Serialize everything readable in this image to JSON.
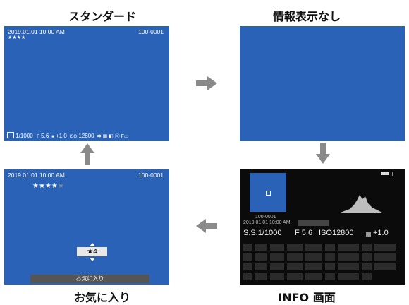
{
  "titles": {
    "standard": "スタンダード",
    "no_info": "情報表示なし",
    "favorites": "お気に入り",
    "info_screen": "INFO 画面"
  },
  "standard": {
    "datetime": "2019.01.01 10:00 AM",
    "frame": "100-0001",
    "stars": "★★★★",
    "status": {
      "frame_count": "1/1000",
      "aperture": "5.6",
      "exposure": "+1.0",
      "iso": "12800"
    }
  },
  "favorites": {
    "datetime": "2019.01.01 10:00 AM",
    "frame": "100-0001",
    "stars": "★★★★",
    "rating_value": "★4",
    "bar_label": "お気に入り"
  },
  "info": {
    "frame": "100-0001",
    "datetime": "2019.01.01 10:00 AM",
    "shutter": "S.S.1/1000",
    "aperture": "F 5.6",
    "iso": "ISO12800",
    "exposure": "+1.0"
  },
  "colors": {
    "panel_blue": "#2a62b8",
    "arrow_gray": "#8a8a8a"
  }
}
